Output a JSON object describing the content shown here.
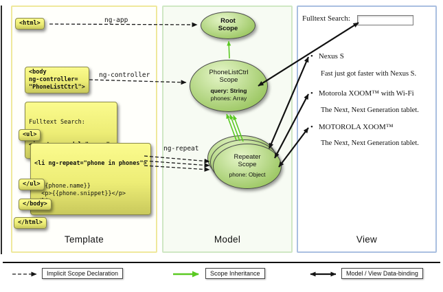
{
  "panels": {
    "template": "Template",
    "model": "Model",
    "view": "View"
  },
  "arrow_labels": {
    "ng_app": "ng-app",
    "ng_controller": "ng-controller",
    "ng_repeat": "ng-repeat"
  },
  "template_code": {
    "html_open": "<html>",
    "body_open": "<body\nng-controller=\n\"PhoneListCtrl\">",
    "search_label": "Fulltext Search:",
    "search_input": "<input ng-model=\"query\">",
    "ul_open": "<ul>",
    "li_open": "<li ng-repeat=\"phone in phones\">",
    "li_body": "  {{phone.name}}\n  <p>{{phone.snippet}}</p>\n</li>",
    "ul_close": "</ul>",
    "body_close": "</body>",
    "html_close": "</html>"
  },
  "model": {
    "root_scope": "Root\nScope",
    "phonelist_title": "PhoneListCtrl\nScope",
    "phonelist_query": "query: String",
    "phonelist_phones": "phones: Array",
    "repeater_title": "Repeater\nScope",
    "repeater_phone": "phone: Object"
  },
  "view": {
    "search_label": "Fulltext Search:",
    "search_value": "",
    "items": [
      {
        "title": "Nexus S",
        "desc": "Fast just got faster with Nexus S."
      },
      {
        "title": "Motorola XOOM™ with Wi-Fi",
        "desc": "The Next, Next Generation tablet."
      },
      {
        "title": "MOTOROLA XOOM™",
        "desc": "The Next, Next Generation tablet."
      }
    ]
  },
  "legend": {
    "implicit": "Implicit Scope Declaration",
    "inheritance": "Scope Inheritance",
    "binding": "Model / View Data-binding"
  },
  "colors": {
    "inheritance_green": "#5ac922",
    "scope_light": "#e6f6c9",
    "scope_dark": "#9cc763",
    "code_box_top": "#fbfb8e",
    "code_box_bottom": "#c9c95c",
    "template_border": "#efe89c",
    "model_border": "#cfe7c4",
    "view_border": "#a9bfe0"
  }
}
